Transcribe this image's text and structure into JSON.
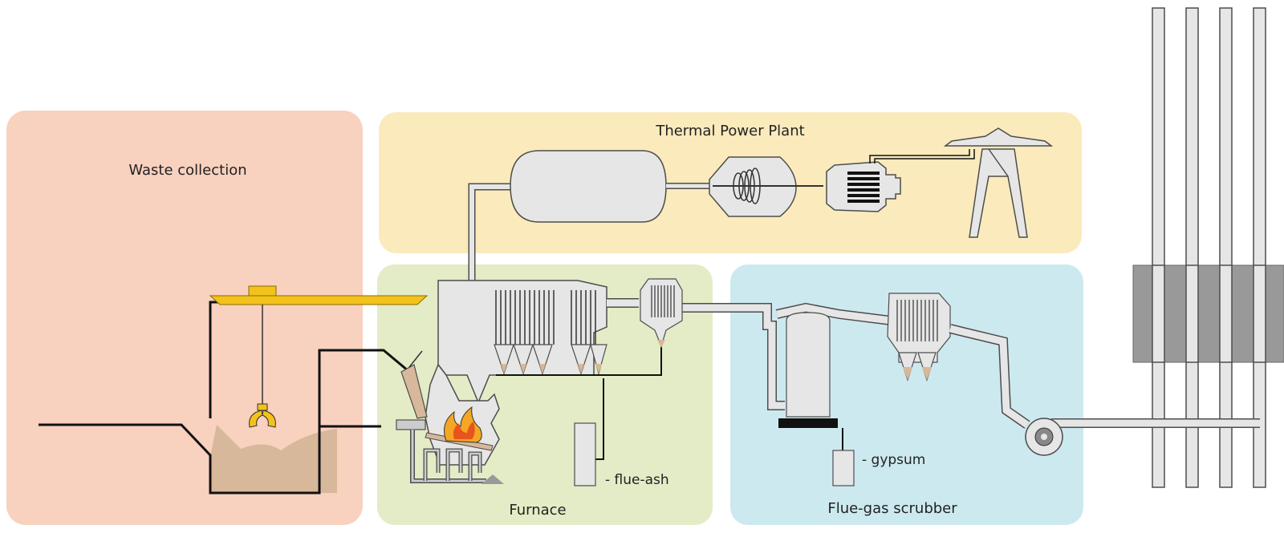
{
  "zones": {
    "waste": {
      "label": "Waste collection",
      "color": "#f8d1bf"
    },
    "power": {
      "label": "Thermal Power Plant",
      "color": "#fbeabc"
    },
    "furnace": {
      "label": "Furnace",
      "color": "#e3ecc6"
    },
    "scrubber": {
      "label": "Flue-gas scrubber",
      "color": "#cde9f0"
    }
  },
  "outputs": {
    "flue_ash": "- flue-ash",
    "gypsum": "- gypsum"
  },
  "colors": {
    "equipment_fill": "#e6e6e6",
    "equipment_stroke": "#4d4d4d",
    "crane": "#f3c21b",
    "waste_pile": "#d7b89a",
    "chimney_band": "#999999",
    "flame_outer": "#f5a623",
    "flame_inner": "#e8531e"
  },
  "icons": [
    "crane-grab-icon",
    "fire-icon",
    "transmission-tower-icon",
    "fan-icon",
    "generator-icon",
    "turbine-icon"
  ]
}
